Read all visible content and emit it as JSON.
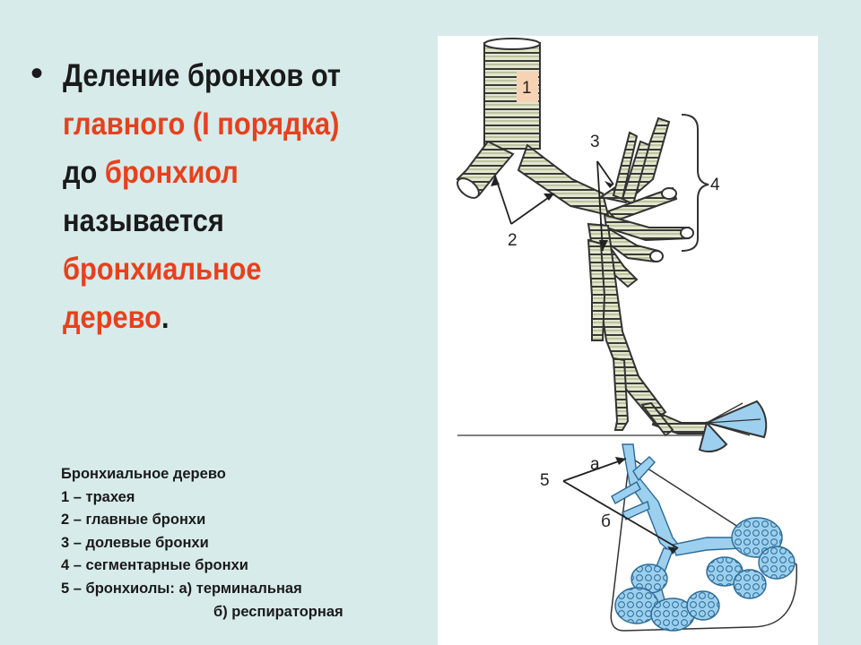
{
  "heading": {
    "line1": "Деление бронхов от",
    "line2_accent": "главного (I порядка)",
    "line3_prefix": "до ",
    "line3_accent": "бронхиол",
    "line4": "называется",
    "line5_accent": "бронхиальное",
    "line6_accent": "дерево",
    "line6_suffix": "."
  },
  "legend": {
    "title": "Бронхиальное дерево",
    "items": [
      "1 – трахея",
      "2 – главные бронхи",
      "3 – долевые бронхи",
      "4 – сегментарные бронхи",
      "5 – бронхиолы: а) терминальная",
      "б) респираторная"
    ]
  },
  "figure": {
    "labels": {
      "l1": "1",
      "l2": "2",
      "l3": "3",
      "l4": "4",
      "l5": "5",
      "la": "а",
      "lb": "б"
    },
    "colors": {
      "bronchi": "#e2e6cc",
      "bronchiole": "#9cd0ee",
      "outline": "#333333",
      "badge": "#f7d3b5"
    }
  }
}
